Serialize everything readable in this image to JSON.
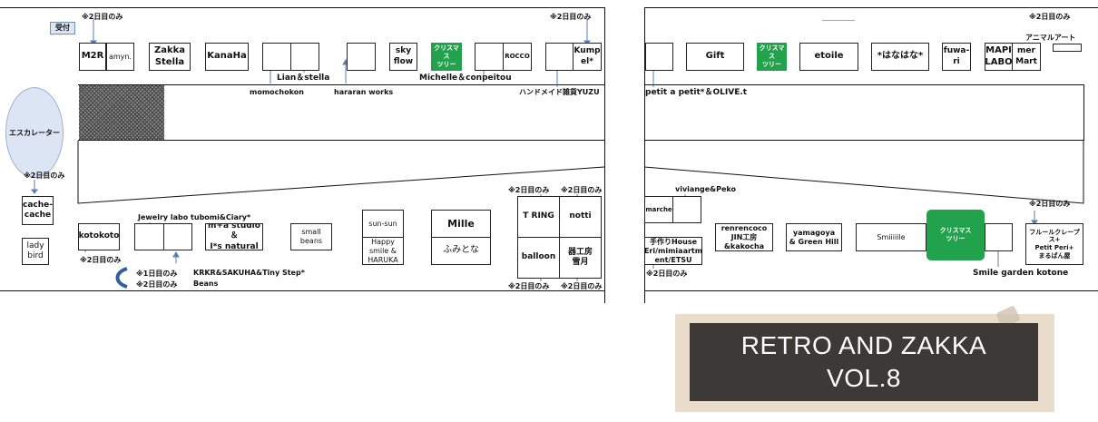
{
  "notes": {
    "day2": "※2日目のみ",
    "day1": "※1日目のみ"
  },
  "reception": "受付",
  "escalator": "エスカレーター",
  "tree": "クリスマス\nツリー",
  "left_top": {
    "m2r": "M2R",
    "amyn": "amyn.",
    "zakka": "Zakka\nStella",
    "kanaha": "KanaHa",
    "sky": "sky\nflow",
    "rocco": "ROCCO",
    "kumpel": "Kump\nel*",
    "lian": "Lian＆stella",
    "momochokon": "momochokon",
    "hararan": "hararan works",
    "michelle": "Michelle＆conpeitou",
    "yuzu": "ハンドメイド雑貨YUZU"
  },
  "left_side": {
    "cache": "cache-\ncache",
    "lady": "lady\nbird"
  },
  "left_bottom": {
    "kotokoto": "kotokoto",
    "jewelry": "Jewelry labo tubomi&Ciary*",
    "mta": "m+a studio＆\nI*s natural",
    "small": "small\nbeans",
    "sunsun": "sun-sun",
    "happy": "Happy\nsmile &\nHARUKA",
    "mille": "Mille",
    "fumitona": "ふみとな",
    "tring": "T RING",
    "notti": "notti",
    "balloon": "balloon",
    "utsuwa": "器工房\n雪月",
    "krkr": "KRKR&SAKUHA&Tiny Step*",
    "beans": "Beans"
  },
  "right_top": {
    "gift": "Gift",
    "etoile": "etoile",
    "hanahana": "*はなはな*",
    "fuwari": "fuwa-\nri",
    "mapi": "MAPI\nLABO",
    "mermart": "mer\nMart",
    "animal": "アニマルアート",
    "petit": "petit a petit*＆OLIVE.t"
  },
  "right_bottom": {
    "viviange": "viviange&Peko",
    "marche": "marche",
    "tezukuri": "手作りHouse\nEri/mimiaartm\nent/ETSU",
    "renren": "renrencoco\nJIN工房\n&kakocha",
    "yamagoya": "yamagoya\n& Green Hill",
    "smiiiiile": "Smiiiiile",
    "fruit": "フルールクレープス+\nPetit Peri+\nまるぱん屋",
    "kotone": "Smile garden kotone"
  },
  "event_title": {
    "line1": "RETRO AND ZAKKA",
    "line2": "VOL.8"
  }
}
